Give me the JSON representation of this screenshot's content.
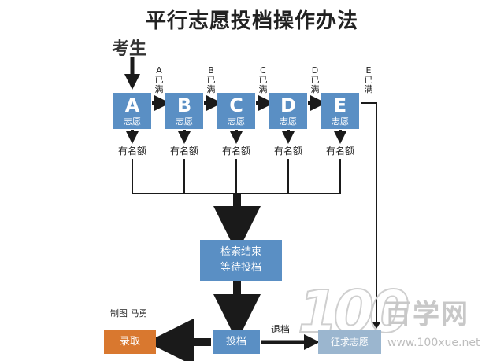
{
  "title": "平行志愿投档操作办法",
  "student": "考生",
  "choices": [
    {
      "letter": "A",
      "sub": "志愿",
      "full": "A已满"
    },
    {
      "letter": "B",
      "sub": "志愿",
      "full": "B已满"
    },
    {
      "letter": "C",
      "sub": "志愿",
      "full": "C已满"
    },
    {
      "letter": "D",
      "sub": "志愿",
      "full": "D已满"
    },
    {
      "letter": "E",
      "sub": "志愿",
      "full": "E已满"
    }
  ],
  "quota_label": "有名额",
  "wait_box": {
    "line1": "检索结束",
    "line2": "等待投档"
  },
  "tou_dang": "投档",
  "lu_qu": "录取",
  "tui_dang": "退档",
  "zheng_qiu": "征求志愿",
  "credit": "制图  马勇",
  "watermark": {
    "logo_num": "100",
    "name": "百学网",
    "url": "www.100xue.net"
  },
  "colors": {
    "box_blue": "#5a8fc4",
    "admit_orange": "#d9782f",
    "arrow": "#1a1a1a"
  }
}
